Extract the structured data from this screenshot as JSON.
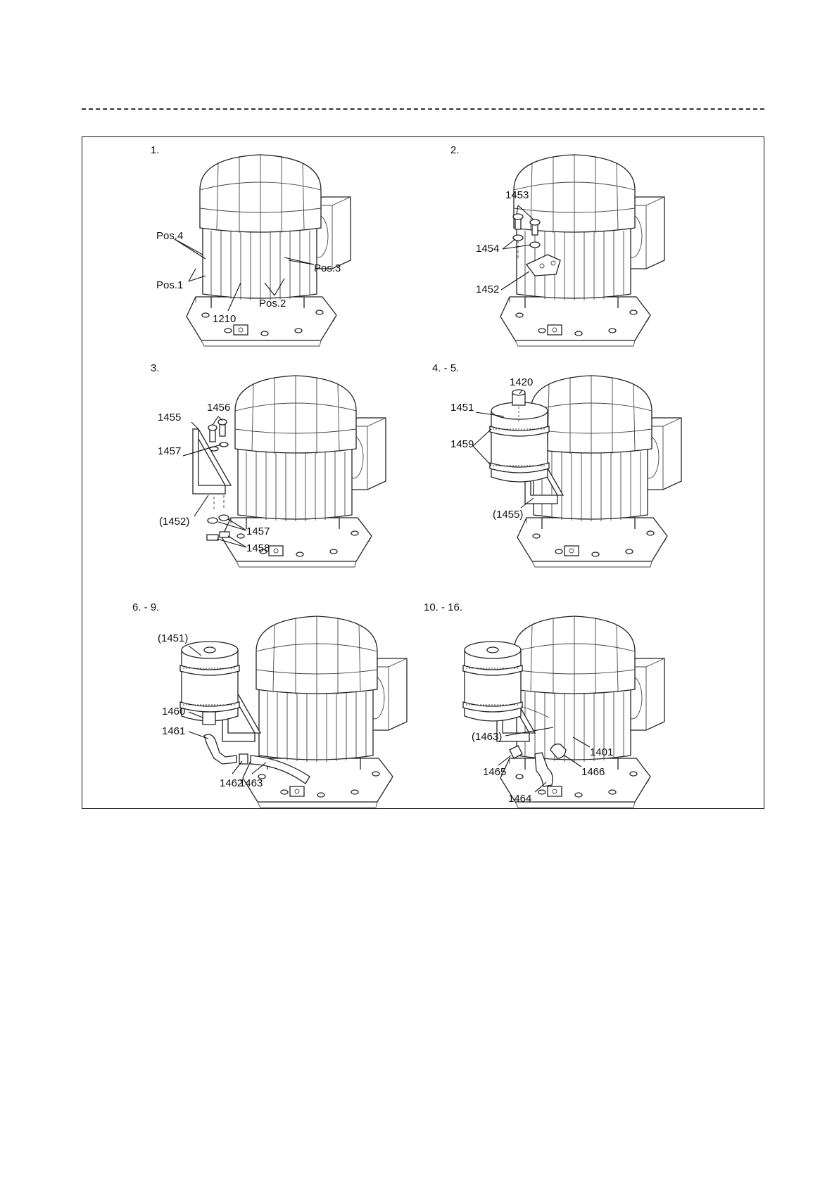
{
  "steps": {
    "s1": {
      "number": "1.",
      "labels": {
        "pos4": "Pos.4",
        "pos3": "Pos.3",
        "pos1": "Pos.1",
        "pos2": "Pos.2",
        "p1210": "1210"
      }
    },
    "s2": {
      "number": "2.",
      "labels": {
        "p1453": "1453",
        "p1454": "1454",
        "p1452": "1452"
      }
    },
    "s3": {
      "number": "3.",
      "labels": {
        "p1455": "1455",
        "p1456": "1456",
        "p1457a": "1457",
        "p1452": "(1452)",
        "p1457b": "1457",
        "p1458": "1458"
      }
    },
    "s4": {
      "number": "4. - 5.",
      "labels": {
        "p1420": "1420",
        "p1451": "1451",
        "p1459": "1459",
        "p1455": "(1455)"
      }
    },
    "s5": {
      "number": "6. - 9.",
      "labels": {
        "p1451": "(1451)",
        "p1460": "1460",
        "p1461": "1461",
        "p1462": "1462",
        "p1463": "1463"
      }
    },
    "s6": {
      "number": "10. - 16.",
      "labels": {
        "p1463": "(1463)",
        "p1401": "1401",
        "p1465": "1465",
        "p1466": "1466",
        "p1464": "1464"
      }
    }
  }
}
